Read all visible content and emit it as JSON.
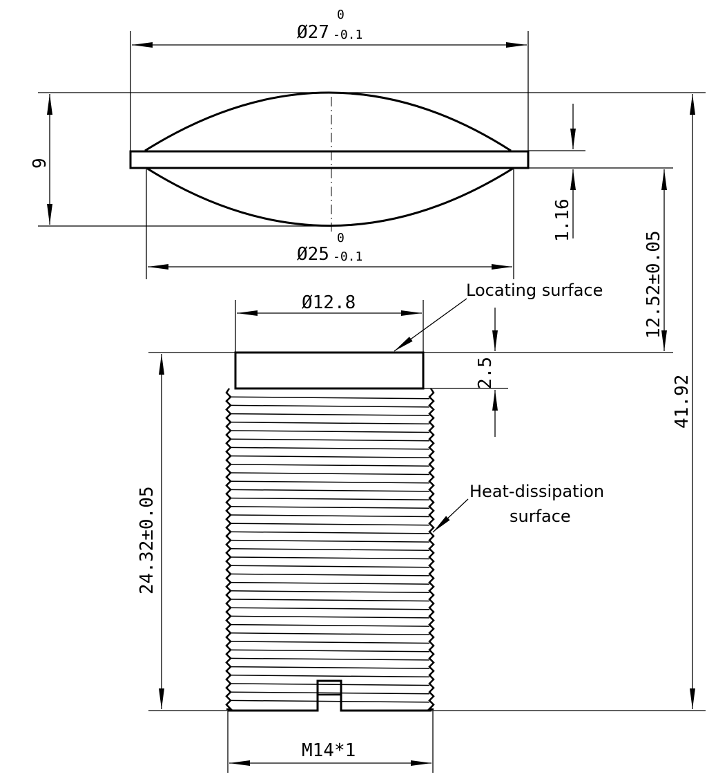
{
  "dimensions": {
    "lens_outer_diameter": {
      "base": "Ø27",
      "upper": "0",
      "lower": "-0.1"
    },
    "lens_inner_diameter": {
      "base": "Ø25",
      "upper": "0",
      "lower": "-0.1"
    },
    "lens_height": "9",
    "flange_thickness": "1.16",
    "lens_to_locating": "12.52±0.05",
    "locating_diameter": "Ø12.8",
    "locating_height": "2.5",
    "overall_height": "41.92",
    "body_height": "24.32±0.05",
    "thread_spec": "M14*1"
  },
  "annotations": {
    "locating_surface": "Locating surface",
    "heat_line1": "Heat-dissipation",
    "heat_line2": "surface"
  },
  "colors": {
    "ink": "#000000",
    "paper": "#ffffff"
  }
}
